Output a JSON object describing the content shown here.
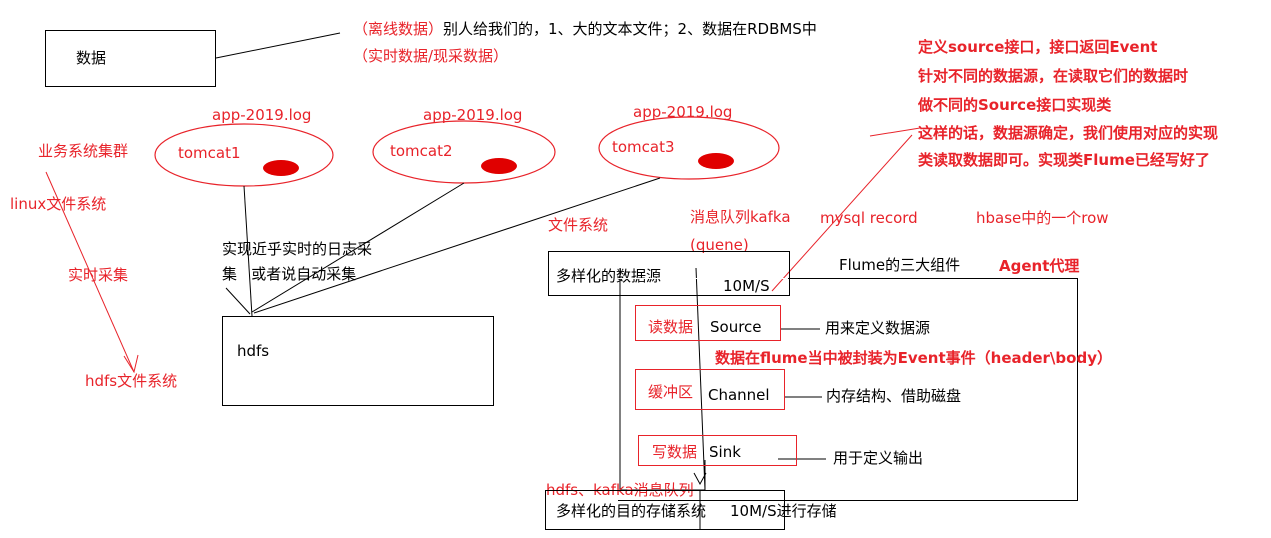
{
  "data_box": {
    "label": "数据"
  },
  "top_note": {
    "line1_red": "（离线数据）",
    "line1_black": "别人给我们的，1、大的文本文件；2、数据在RDBMS中",
    "line2": "（实时数据/现采数据）"
  },
  "source_note": {
    "lines": [
      "定义source接口，接口返回Event",
      "针对不同的数据源，在读取它们的数据时",
      "做不同的Source接口实现类",
      "这样的话，数据源确定，我们使用对应的实现",
      "类读取数据即可。实现类Flume已经写好了"
    ]
  },
  "servers": [
    {
      "log": "app-2019.log",
      "name": "tomcat1"
    },
    {
      "log": "app-2019.log",
      "name": "tomcat2"
    },
    {
      "log": "app-2019.log",
      "name": "tomcat3"
    }
  ],
  "left_labels": {
    "cluster": "业务系统集群",
    "linux_fs": "linux文件系统",
    "realtime": "实时采集",
    "hdfs_fs": "hdfs文件系统"
  },
  "collect_note": {
    "line1": "实现近乎实时的日志采",
    "line2": "集   或者说自动采集"
  },
  "hdfs_box": {
    "label": "hdfs"
  },
  "sources": {
    "file_system": "文件系统",
    "mq_kafka": "消息队列kafka",
    "mq_queue": "(quene)",
    "mysql": "mysql record",
    "hbase": "hbase中的一个row"
  },
  "datasource_box": {
    "label": "多样化的数据源",
    "rate": "10M/S"
  },
  "flume": {
    "title": "Flume的三大组件",
    "agent": "Agent代理",
    "read_label": "读数据",
    "source": "Source",
    "source_desc": "用来定义数据源",
    "event_note": "数据在flume当中被封装为Event事件（header\\body）",
    "buffer_label": "缓冲区",
    "channel": "Channel",
    "channel_desc": "内存结构、借助磁盘",
    "write_label": "写数据",
    "sink": "Sink",
    "sink_desc": "用于定义输出"
  },
  "dest": {
    "note": "hdfs、kafka消息队列",
    "box_label": "多样化的目的存储系统",
    "box_rate": "10M/S进行存储"
  },
  "colors": {
    "red": "#e8232a",
    "black": "#000000"
  }
}
